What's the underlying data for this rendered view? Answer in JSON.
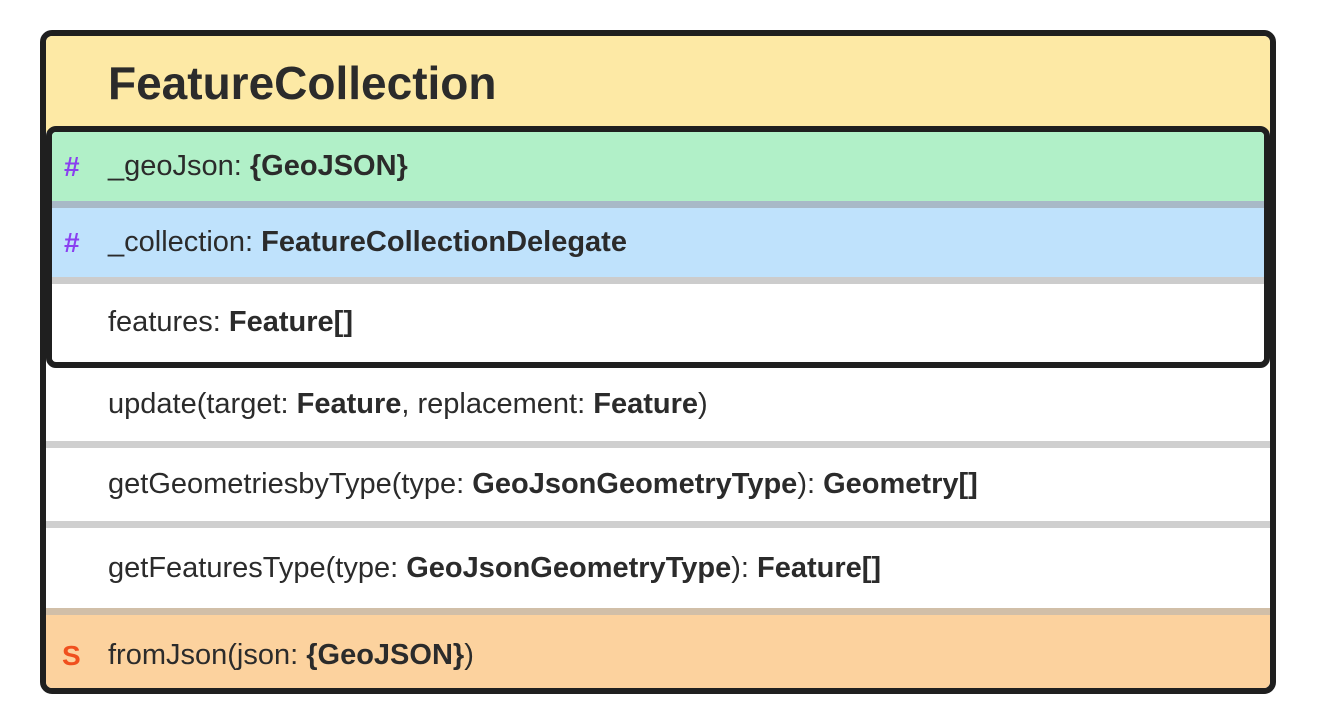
{
  "class_name": "FeatureCollection",
  "colors": {
    "header": "#fde9a5",
    "protected_row_1": "#b1f0c8",
    "protected_row_2": "#bfe2fc",
    "static_row": "#fcd29e",
    "protected_badge": "#8a3ff0",
    "static_badge": "#f0501e"
  },
  "members": [
    {
      "badge": "#",
      "name": "_geoJson: ",
      "type": "{GeoJSON}"
    },
    {
      "badge": "#",
      "name": "_collection: ",
      "type": "FeatureCollectionDelegate"
    },
    {
      "badge": "",
      "name": "features: ",
      "type": "Feature[]"
    }
  ],
  "methods": [
    {
      "parts": [
        "update(target: ",
        "Feature",
        ", replacement: ",
        "Feature",
        ")"
      ]
    },
    {
      "parts": [
        "getGeometriesbyType(type: ",
        "GeoJsonGeometryType",
        "): ",
        "Geometry[]",
        ""
      ]
    },
    {
      "parts": [
        "getFeaturesType(type: ",
        "GeoJsonGeometryType",
        "): ",
        "Feature[]",
        ""
      ]
    },
    {
      "badge": "S",
      "parts": [
        "fromJson(json: ",
        "{GeoJSON}",
        ")",
        "",
        ""
      ]
    }
  ]
}
